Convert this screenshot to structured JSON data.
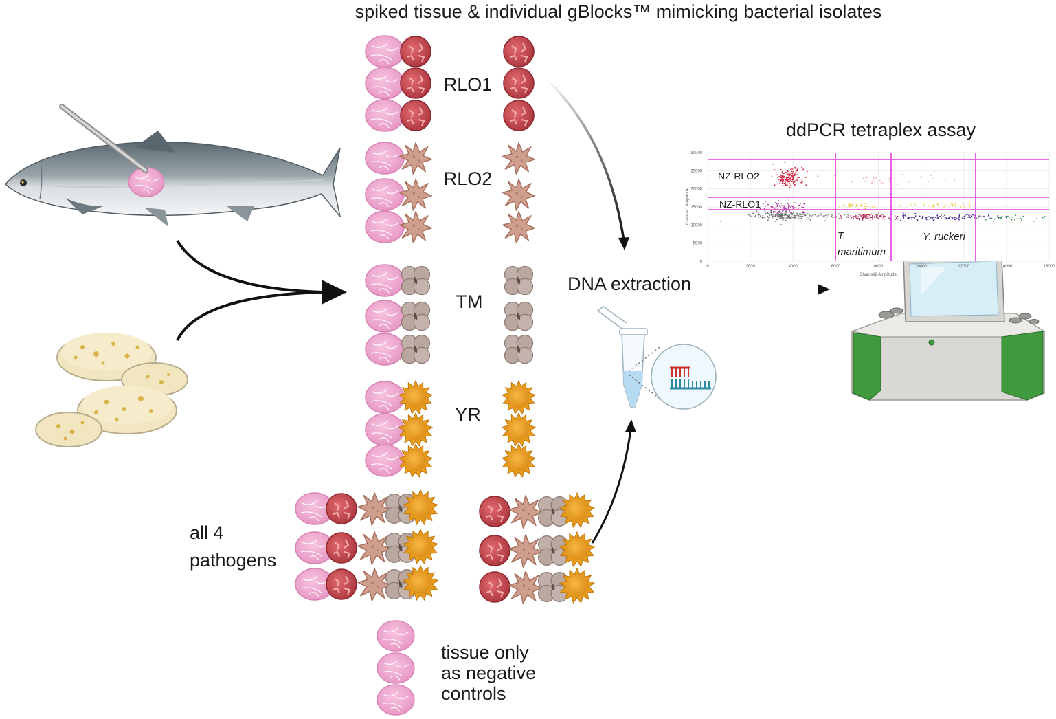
{
  "title": "spiked tissue & individual gBlocks™ mimicking bacterial isolates",
  "rows": {
    "rlo1": "RLO1",
    "rlo2": "RLO2",
    "tm": "TM",
    "yr": "YR"
  },
  "all_pathogens": [
    "all 4",
    "pathogens"
  ],
  "tissue_only": [
    "tissue only",
    "as negative",
    "controls"
  ],
  "dna_extraction": "DNA extraction",
  "assay_title": "ddPCR tetraplex assay",
  "plot": {
    "y_axis_label": "Channel1 Amplitude",
    "x_axis_label": "Channel2 Amplitude",
    "y_ticks": [
      "30000",
      "25000",
      "20000",
      "15000",
      "10000",
      "5000",
      "0"
    ],
    "x_ticks": [
      "0",
      "2000",
      "4000",
      "6000",
      "8000",
      "10000",
      "12000",
      "14000",
      "16000"
    ],
    "cluster_labels": {
      "nz_rlo2": "NZ-RLO2",
      "nz_rlo1": "NZ-RLO1",
      "t_maritimum_1": "T.",
      "t_maritimum_2": "maritimum",
      "y_ruckeri": "Y. ruckeri"
    }
  },
  "colors": {
    "tissue": "#f0a8cf",
    "rlo1": "#c9444c",
    "rlo2": "#c99b8a",
    "tm": "#b7a59f",
    "yr": "#e39a1f",
    "magenta_gate": "#e53ae0",
    "instrument_green": "#3f9a3e"
  }
}
